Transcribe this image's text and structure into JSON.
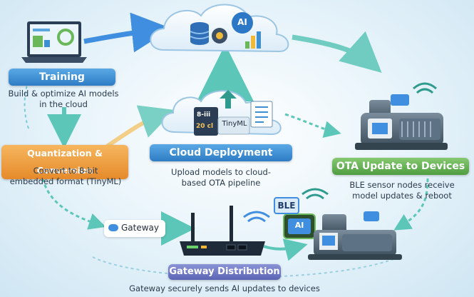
{
  "stages": {
    "training": {
      "title": "Training",
      "desc1": "Build & optimize AI models",
      "desc2": "in the cloud"
    },
    "quantization": {
      "title": "Quantization & Conversion",
      "desc1": "Convert to 8-bit",
      "desc2": "embedded format (TinyML)"
    },
    "cloud_deployment": {
      "title": "Cloud Deployment",
      "desc1": "Upload models to cloud-",
      "desc2": "based OTA pipeline"
    },
    "ota": {
      "title": "OTA Update to Devices",
      "desc1": "BLE sensor nodes receive",
      "desc2": "model updates & reboot"
    },
    "gateway_distribution": {
      "title": "Gateway Distribution",
      "desc1": "Gateway securely sends AI updates to devices"
    }
  },
  "tags": {
    "ai": "AI",
    "tinyml": "TinyML",
    "bit8": "8-iii",
    "twenty": "20 cl",
    "gateway": "Gateway",
    "ble": "BLE",
    "chip_ai": "AI"
  },
  "colors": {
    "training": "#3d8fd1",
    "quantization": "#ef9a3c",
    "cloud_deployment": "#3a86d0",
    "ota": "#6bb85a",
    "gateway_distribution": "#6a74c4",
    "arrow": "#5cc6b8"
  },
  "icons": [
    "laptop-icon",
    "cloud-ai-icon",
    "database-icon",
    "gear-icon",
    "cloud-tinyml-icon",
    "upload-arrow-icon",
    "document-icon",
    "router-icon",
    "wifi-icon",
    "machine-icon",
    "ble-chip-icon"
  ]
}
